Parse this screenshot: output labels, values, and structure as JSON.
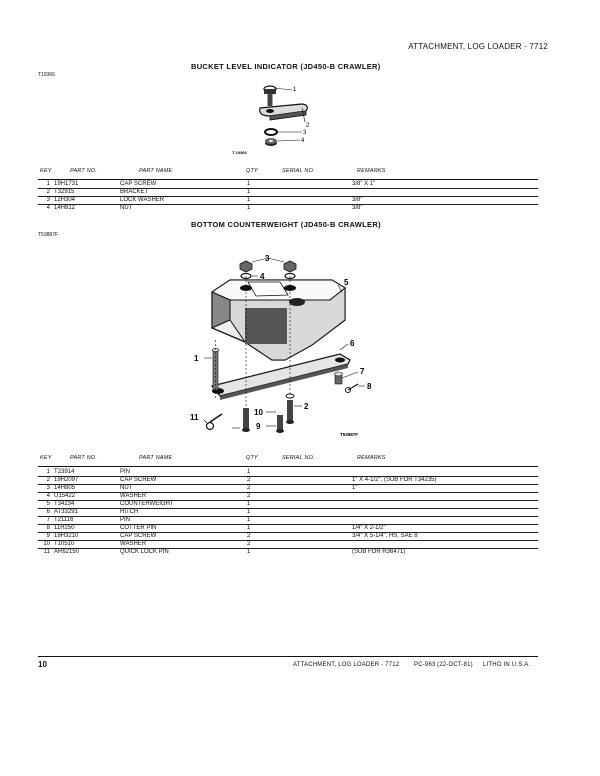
{
  "header": {
    "section_title": "ATTACHMENT, LOG LOADER - 7712"
  },
  "columns": {
    "key": "KEY",
    "part_no": "PART NO.",
    "part_name": "PART NAME",
    "qty": "QTY",
    "serial_no": "SERIAL NO.",
    "remarks": "REMARKS"
  },
  "section1": {
    "title": "BUCKET LEVEL INDICATOR (JD450-B CRAWLER)",
    "figure_id": "T19366",
    "figure_caption": "T 19366",
    "callouts": [
      "1",
      "2",
      "3",
      "4"
    ],
    "rows": [
      {
        "key": "1",
        "part_no": "19H1731",
        "name": "CAP SCREW",
        "qty": "1",
        "serial": "",
        "remarks": "3/8\" X 1\""
      },
      {
        "key": "2",
        "part_no": "T32915",
        "name": "BRACKET",
        "qty": "1",
        "serial": "",
        "remarks": ""
      },
      {
        "key": "3",
        "part_no": "12H304",
        "name": "LOCK WASHER",
        "qty": "1",
        "serial": "",
        "remarks": "3/8\""
      },
      {
        "key": "4",
        "part_no": "14H812",
        "name": "NUT",
        "qty": "1",
        "serial": "",
        "remarks": "3/8\""
      }
    ]
  },
  "section2": {
    "title": "BOTTOM COUNTERWEIGHT (JD450-B CRAWLER)",
    "figure_id": "T53887F",
    "figure_caption": "T53887F",
    "callouts": [
      "1",
      "2",
      "3",
      "4",
      "5",
      "6",
      "7",
      "8",
      "9",
      "10",
      "11"
    ],
    "rows": [
      {
        "key": "1",
        "part_no": "T23914",
        "name": "PIN",
        "qty": "1",
        "serial": "",
        "remarks": ""
      },
      {
        "key": "2",
        "part_no": "19H2097",
        "name": "CAP SCREW",
        "qty": "2",
        "serial": "",
        "remarks": "1\" X 4-1/2\", (SUB FOR T34235)"
      },
      {
        "key": "3",
        "part_no": "14H805",
        "name": "NUT",
        "qty": "2",
        "serial": "",
        "remarks": "1\""
      },
      {
        "key": "4",
        "part_no": "U15422",
        "name": "WASHER",
        "qty": "2",
        "serial": "",
        "remarks": ""
      },
      {
        "key": "5",
        "part_no": "T34234",
        "name": "COUNTERWEIGHT",
        "qty": "1",
        "serial": "",
        "remarks": ""
      },
      {
        "key": "6",
        "part_no": "AT33291",
        "name": "HITCH",
        "qty": "1",
        "serial": "",
        "remarks": ""
      },
      {
        "key": "7",
        "part_no": "T21116",
        "name": "PIN",
        "qty": "1",
        "serial": "",
        "remarks": ""
      },
      {
        "key": "8",
        "part_no": "11H250",
        "name": "COTTER PIN",
        "qty": "1",
        "serial": "",
        "remarks": "1/4\" X 2-1/2\""
      },
      {
        "key": "9",
        "part_no": "19H3210",
        "name": "CAP SCREW",
        "qty": "2",
        "serial": "",
        "remarks": "3/4\" X 5-1/4\", HS, SAE 8"
      },
      {
        "key": "10",
        "part_no": "T10510",
        "name": "WASHER",
        "qty": "2",
        "serial": "",
        "remarks": ""
      },
      {
        "key": "11",
        "part_no": "AR62150",
        "name": "QUICK LOCK PIN",
        "qty": "1",
        "serial": "",
        "remarks": "(SUB FOR R36471)"
      }
    ]
  },
  "footer": {
    "page_number": "10",
    "section": "ATTACHMENT, LOG LOADER - 7712",
    "code": "PC-963",
    "date": "(22-OCT-81)",
    "litho": "LITHO IN U.S.A."
  }
}
